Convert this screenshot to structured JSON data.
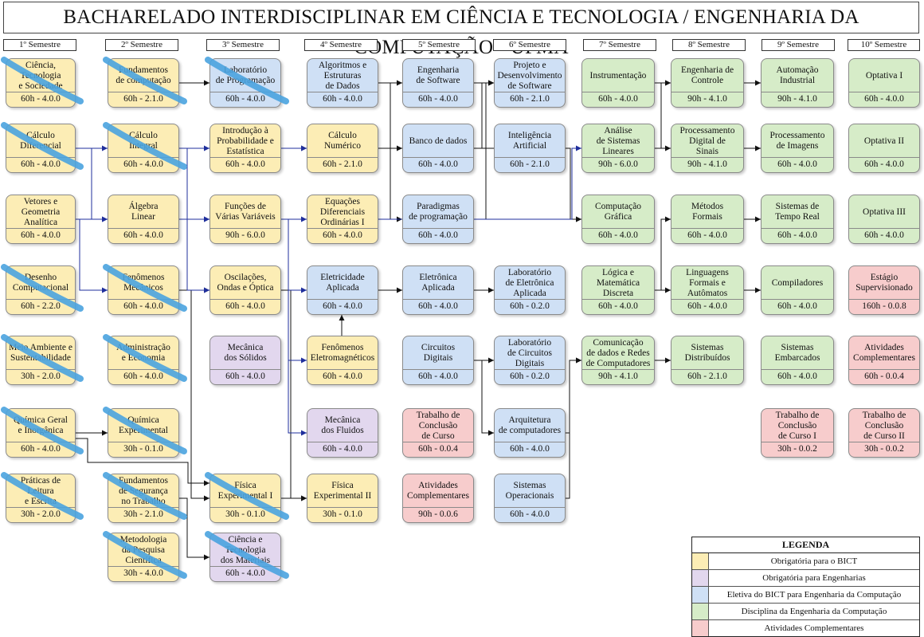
{
  "title": "BACHARELADO INTERDISCIPLINAR EM CIÊNCIA E TECNOLOGIA / ENGENHARIA DA COMPUTAÇÃO - UFMA",
  "semesters": [
    "1º Semestre",
    "2º Semestre",
    "3º Semestre",
    "4º Semestre",
    "5º Semestre",
    "6º Semestre",
    "7º Semestre",
    "8º Semestre",
    "9º Semestre",
    "10º Semestre"
  ],
  "colors": {
    "bict": "#fcedb5",
    "eng": "#e2d7ee",
    "elet": "#cfe0f5",
    "comp": "#d6ecc8",
    "atv": "#f7cccc",
    "arrow_blue": "#1f2f9c",
    "arrow_black": "#111111",
    "scribble": "#4aa3df"
  },
  "courses": [
    {
      "id": "c1",
      "name": [
        "Ciência,",
        "Tecnologia",
        "e Sociedade"
      ],
      "hours": "60h - 4.0.0",
      "type": "bict",
      "crossed": true
    },
    {
      "id": "c2",
      "name": [
        "Cálculo",
        "Diferencial"
      ],
      "hours": "60h - 4.0.0",
      "type": "bict",
      "crossed": true
    },
    {
      "id": "c3",
      "name": [
        "Vetores e",
        "Geometria",
        "Analítica"
      ],
      "hours": "60h - 4.0.0",
      "type": "bict",
      "crossed": false
    },
    {
      "id": "c4",
      "name": [
        "Desenho",
        "Computacional"
      ],
      "hours": "60h - 2.2.0",
      "type": "bict",
      "crossed": true
    },
    {
      "id": "c5",
      "name": [
        "Meio Ambiente e",
        "Sustentabilidade"
      ],
      "hours": "30h - 2.0.0",
      "type": "bict",
      "crossed": true
    },
    {
      "id": "c6",
      "name": [
        "Química Geral",
        "e Inorgânica"
      ],
      "hours": "60h - 4.0.0",
      "type": "bict",
      "crossed": true
    },
    {
      "id": "c7",
      "name": [
        "Práticas de",
        "Leitura",
        "e Escrita"
      ],
      "hours": "30h - 2.0.0",
      "type": "bict",
      "crossed": true
    },
    {
      "id": "c8",
      "name": [
        "Fundamentos",
        "de computação"
      ],
      "hours": "60h - 2.1.0",
      "type": "bict",
      "crossed": true
    },
    {
      "id": "c9",
      "name": [
        "Cálculo",
        "Integral"
      ],
      "hours": "60h - 4.0.0",
      "type": "bict",
      "crossed": true
    },
    {
      "id": "c10",
      "name": [
        "Álgebra",
        "Linear"
      ],
      "hours": "60h - 4.0.0",
      "type": "bict",
      "crossed": false
    },
    {
      "id": "c11",
      "name": [
        "Fenômenos",
        "Mecânicos"
      ],
      "hours": "60h - 4.0.0",
      "type": "bict",
      "crossed": true
    },
    {
      "id": "c12",
      "name": [
        "Administração",
        "e Economia"
      ],
      "hours": "60h - 4.0.0",
      "type": "bict",
      "crossed": true
    },
    {
      "id": "c13",
      "name": [
        "Química",
        "Experimental"
      ],
      "hours": "30h - 0.1.0",
      "type": "bict",
      "crossed": true
    },
    {
      "id": "c14",
      "name": [
        "Fundamentos",
        "de Segurança",
        "no Trabalho"
      ],
      "hours": "30h - 2.1.0",
      "type": "bict",
      "crossed": true
    },
    {
      "id": "c15",
      "name": [
        "Metodologia",
        "da Pesquisa",
        "Científica"
      ],
      "hours": "30h - 4.0.0",
      "type": "bict",
      "crossed": true
    },
    {
      "id": "c16",
      "name": [
        "Laboratório",
        "de Programação"
      ],
      "hours": "60h - 4.0.0",
      "type": "elet",
      "crossed": true
    },
    {
      "id": "c17",
      "name": [
        "Introdução à",
        "Probabilidade e",
        "Estatística"
      ],
      "hours": "60h - 4.0.0",
      "type": "bict",
      "crossed": false
    },
    {
      "id": "c18",
      "name": [
        "Funções de",
        "Várias Variáveis"
      ],
      "hours": "90h - 6.0.0",
      "type": "bict",
      "crossed": false
    },
    {
      "id": "c19",
      "name": [
        "Oscilações,",
        "Ondas e Óptica"
      ],
      "hours": "60h - 4.0.0",
      "type": "bict",
      "crossed": false
    },
    {
      "id": "c20",
      "name": [
        "Mecânica",
        "dos Sólidos"
      ],
      "hours": "60h - 4.0.0",
      "type": "eng",
      "crossed": false
    },
    {
      "id": "c21",
      "name": [
        "Física",
        "Experimental I"
      ],
      "hours": "30h - 0.1.0",
      "type": "bict",
      "crossed": true
    },
    {
      "id": "c22",
      "name": [
        "Ciência e",
        "Tecnologia",
        "dos Materiais"
      ],
      "hours": "60h - 4.0.0",
      "type": "eng",
      "crossed": true
    },
    {
      "id": "c23",
      "name": [
        "Algoritmos e",
        "Estruturas",
        "de Dados"
      ],
      "hours": "60h - 4.0.0",
      "type": "elet",
      "crossed": false
    },
    {
      "id": "c24",
      "name": [
        "Cálculo",
        "Numérico"
      ],
      "hours": "60h - 2.1.0",
      "type": "bict",
      "crossed": false
    },
    {
      "id": "c25",
      "name": [
        "Equações",
        "Diferenciais",
        "Ordinárias I"
      ],
      "hours": "60h - 4.0.0",
      "type": "bict",
      "crossed": false
    },
    {
      "id": "c26",
      "name": [
        "Eletricidade",
        "Aplicada"
      ],
      "hours": "60h - 4.0.0",
      "type": "elet",
      "crossed": false
    },
    {
      "id": "c27",
      "name": [
        "Fenômenos",
        "Eletromagnéticos"
      ],
      "hours": "60h - 4.0.0",
      "type": "bict",
      "crossed": false
    },
    {
      "id": "c28",
      "name": [
        "Mecânica",
        "dos Fluidos"
      ],
      "hours": "60h - 4.0.0",
      "type": "eng",
      "crossed": false
    },
    {
      "id": "c29",
      "name": [
        "Física",
        "Experimental II"
      ],
      "hours": "30h - 0.1.0",
      "type": "bict",
      "crossed": false
    },
    {
      "id": "c30",
      "name": [
        "Engenharia",
        "de Software"
      ],
      "hours": "60h - 4.0.0",
      "type": "elet",
      "crossed": false
    },
    {
      "id": "c31",
      "name": [
        "Banco de dados"
      ],
      "hours": "60h - 4.0.0",
      "type": "elet",
      "crossed": false
    },
    {
      "id": "c32",
      "name": [
        "Paradigmas",
        "de programação"
      ],
      "hours": "60h - 4.0.0",
      "type": "elet",
      "crossed": false
    },
    {
      "id": "c33",
      "name": [
        "Eletrônica",
        "Aplicada"
      ],
      "hours": "60h - 4.0.0",
      "type": "elet",
      "crossed": false
    },
    {
      "id": "c34",
      "name": [
        "Circuitos",
        "Digitais"
      ],
      "hours": "60h - 4.0.0",
      "type": "elet",
      "crossed": false
    },
    {
      "id": "c35",
      "name": [
        "Trabalho de",
        "Conclusão",
        "de Curso"
      ],
      "hours": "60h - 0.0.4",
      "type": "atv",
      "crossed": false
    },
    {
      "id": "c36",
      "name": [
        "Atividades",
        "Complementares"
      ],
      "hours": "90h - 0.0.6",
      "type": "atv",
      "crossed": false
    },
    {
      "id": "c37",
      "name": [
        "Projeto e",
        "Desenvolvimento",
        "de Software"
      ],
      "hours": "60h - 2.1.0",
      "type": "elet",
      "crossed": false
    },
    {
      "id": "c38",
      "name": [
        "Inteligência",
        "Artificial"
      ],
      "hours": "60h - 2.1.0",
      "type": "elet",
      "crossed": false
    },
    {
      "id": "c39",
      "name": [
        "Laboratório",
        "de Eletrônica",
        "Aplicada"
      ],
      "hours": "60h - 0.2.0",
      "type": "elet",
      "crossed": false
    },
    {
      "id": "c40",
      "name": [
        "Laboratório",
        "de Circuitos",
        "Digitais"
      ],
      "hours": "60h - 0.2.0",
      "type": "elet",
      "crossed": false
    },
    {
      "id": "c41",
      "name": [
        "Arquitetura",
        "de computadores"
      ],
      "hours": "60h - 4.0.0",
      "type": "elet",
      "crossed": false
    },
    {
      "id": "c42",
      "name": [
        "Sistemas",
        "Operacionais"
      ],
      "hours": "60h - 4.0.0",
      "type": "elet",
      "crossed": false
    },
    {
      "id": "c43",
      "name": [
        "Instrumentação"
      ],
      "hours": "60h - 4.0.0",
      "type": "comp",
      "crossed": false
    },
    {
      "id": "c44",
      "name": [
        "Análise",
        "de Sistemas",
        "Lineares"
      ],
      "hours": "90h - 6.0.0",
      "type": "comp",
      "crossed": false
    },
    {
      "id": "c45",
      "name": [
        "Computação",
        "Gráfica"
      ],
      "hours": "60h - 4.0.0",
      "type": "comp",
      "crossed": false
    },
    {
      "id": "c46",
      "name": [
        "Lógica e",
        "Matemática",
        "Discreta"
      ],
      "hours": "60h - 4.0.0",
      "type": "comp",
      "crossed": false
    },
    {
      "id": "c47",
      "name": [
        "Comunicação",
        "de dados e Redes",
        "de Computadores"
      ],
      "hours": "90h - 4.1.0",
      "type": "comp",
      "crossed": false
    },
    {
      "id": "c48",
      "name": [
        "Engenharia de",
        "Controle"
      ],
      "hours": "90h - 4.1.0",
      "type": "comp",
      "crossed": false
    },
    {
      "id": "c49",
      "name": [
        "Processamento",
        "Digital de",
        "Sinais"
      ],
      "hours": "90h - 4.1.0",
      "type": "comp",
      "crossed": false
    },
    {
      "id": "c50",
      "name": [
        "Métodos",
        "Formais"
      ],
      "hours": "60h - 4.0.0",
      "type": "comp",
      "crossed": false
    },
    {
      "id": "c51",
      "name": [
        "Linguagens",
        "Formais e",
        "Autômatos"
      ],
      "hours": "60h - 4.0.0",
      "type": "comp",
      "crossed": false
    },
    {
      "id": "c52",
      "name": [
        "Sistemas",
        "Distribuídos"
      ],
      "hours": "60h - 2.1.0",
      "type": "comp",
      "crossed": false
    },
    {
      "id": "c53",
      "name": [
        "Automação",
        "Industrial"
      ],
      "hours": "90h - 4.1.0",
      "type": "comp",
      "crossed": false
    },
    {
      "id": "c54",
      "name": [
        "Processamento",
        "de Imagens"
      ],
      "hours": "60h - 4.0.0",
      "type": "comp",
      "crossed": false
    },
    {
      "id": "c55",
      "name": [
        "Sistemas de",
        "Tempo Real"
      ],
      "hours": "60h - 4.0.0",
      "type": "comp",
      "crossed": false
    },
    {
      "id": "c56",
      "name": [
        "Compiladores"
      ],
      "hours": "60h - 4.0.0",
      "type": "comp",
      "crossed": false
    },
    {
      "id": "c57",
      "name": [
        "Sistemas",
        "Embarcados"
      ],
      "hours": "60h - 4.0.0",
      "type": "comp",
      "crossed": false
    },
    {
      "id": "c58",
      "name": [
        "Optativa I"
      ],
      "hours": "60h - 4.0.0",
      "type": "comp",
      "crossed": false
    },
    {
      "id": "c59",
      "name": [
        "Optativa II"
      ],
      "hours": "60h - 4.0.0",
      "type": "comp",
      "crossed": false
    },
    {
      "id": "c60",
      "name": [
        "Optativa III"
      ],
      "hours": "60h - 4.0.0",
      "type": "comp",
      "crossed": false
    },
    {
      "id": "c61",
      "name": [
        "Estágio",
        "Supervisionado"
      ],
      "hours": "160h - 0.0.8",
      "type": "atv",
      "crossed": false
    },
    {
      "id": "c62",
      "name": [
        "Atividades",
        "Complementares"
      ],
      "hours": "60h - 0.0.4",
      "type": "atv",
      "crossed": false
    },
    {
      "id": "c63",
      "name": [
        "Trabalho de",
        "Conclusão",
        "de Curso I"
      ],
      "hours": "30h - 0.0.2",
      "type": "atv",
      "crossed": false
    },
    {
      "id": "c64",
      "name": [
        "Trabalho de",
        "Conclusão",
        "de Curso II"
      ],
      "hours": "30h - 0.0.2",
      "type": "atv",
      "crossed": false
    }
  ],
  "legend": {
    "title": "LEGENDA",
    "items": [
      {
        "type": "bict",
        "label": "Obrigatória para o BICT"
      },
      {
        "type": "eng",
        "label": "Obrigatória para Engenharias"
      },
      {
        "type": "elet",
        "label": "Eletiva do BICT para Engenharia da Computação"
      },
      {
        "type": "comp",
        "label": "Disciplina da Engenharia da Computação"
      },
      {
        "type": "atv",
        "label": "Atividades Complementares"
      }
    ]
  }
}
